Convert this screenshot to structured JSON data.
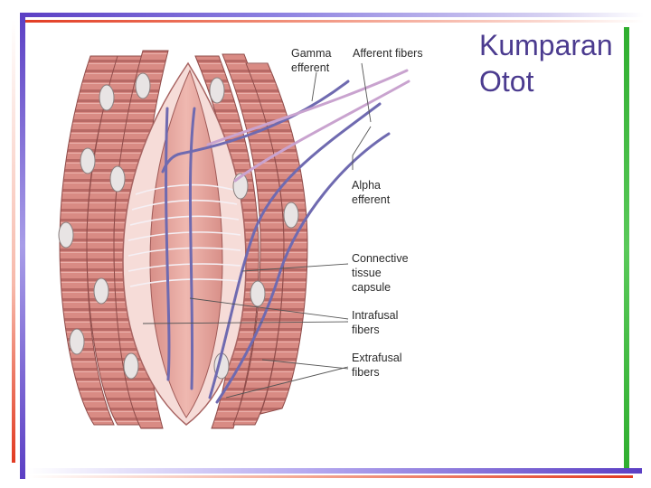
{
  "slide": {
    "title_line1": "Kumparan",
    "title_line2": "Otot"
  },
  "diagram": {
    "labels": {
      "gamma_efferent": [
        "Gamma",
        "efferent"
      ],
      "afferent_fibers": [
        "Afferent fibers"
      ],
      "alpha_efferent": [
        "Alpha",
        "efferent"
      ],
      "connective_tissue_capsule": [
        "Connective",
        "tissue",
        "capsule"
      ],
      "intrafusal_fibers": [
        "Intrafusal",
        "fibers"
      ],
      "extrafusal_fibers": [
        "Extrafusal",
        "fibers"
      ]
    }
  },
  "colors": {
    "muscle": "#d98b84",
    "muscle_stripe": "#b86a66",
    "spindle": "#e6aaa2",
    "gamma_nerve": "#6f6ab0",
    "afferent_nerve": "#c9a3cf",
    "nucleus": "#e8e4e4",
    "frame_purple": "#5b3fc4",
    "frame_red": "#e23b22",
    "frame_green": "#2fae2f",
    "title_color": "#4b3b8f"
  }
}
